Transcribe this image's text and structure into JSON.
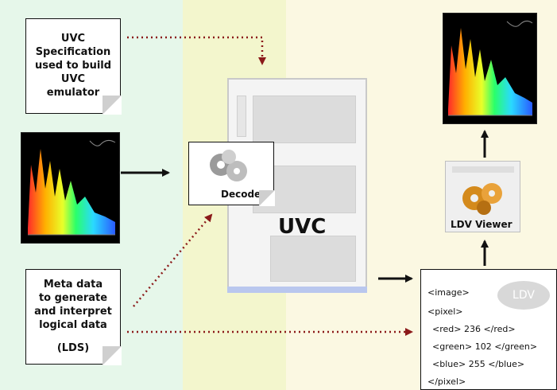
{
  "notes": {
    "uvc_spec": [
      "UVC",
      "Specification",
      "used to build",
      "UVC",
      "emulator"
    ],
    "meta_data": [
      "Meta data",
      "to generate",
      "and interpret",
      "logical data"
    ],
    "meta_data_tag": "(LDS)"
  },
  "decoder": {
    "label": "Decoder"
  },
  "uvc": {
    "label": "UVC"
  },
  "ldv_viewer": {
    "label": "LDV Viewer"
  },
  "xml": {
    "badge": "LDV",
    "lines": [
      "<image>",
      "<pixel>",
      "<red> 236 </red>",
      "<green> 102 </green>",
      "<blue> 255 </blue>",
      "</pixel>"
    ]
  },
  "colors": {
    "arrow": "#111111",
    "dotted_arrow": "#8b1a1a",
    "gear": "#d48a1c",
    "gear_gray": "#9a9a9a"
  },
  "icons": [
    "spectrogram-3d-image",
    "gears-icon",
    "arrow",
    "dotted-arrow"
  ]
}
